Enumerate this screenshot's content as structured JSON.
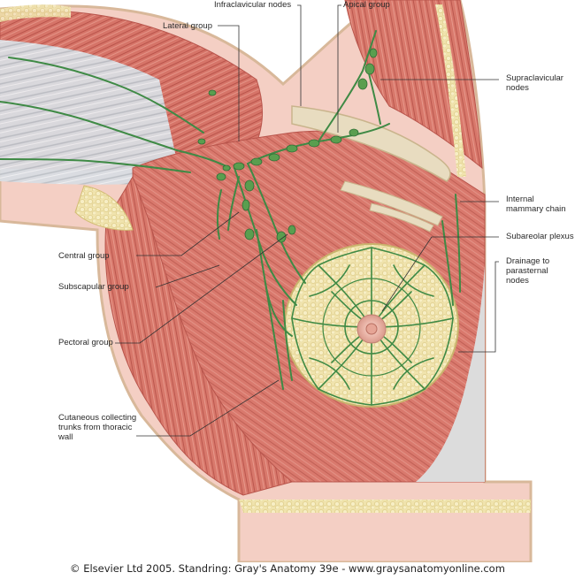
{
  "labels": {
    "infraclavicular_nodes": "Infraclavicular nodes",
    "apical_group": "Apical group",
    "lateral_group": "Lateral group",
    "supraclavicular_nodes": "Supraclavicular nodes",
    "internal_mammary_chain": "Internal mammary chain",
    "subareolar_plexus": "Subareolar plexus",
    "drainage_parasternal": "Drainage to parasternal nodes",
    "central_group": "Central group",
    "subscapular_group": "Subscapular group",
    "pectoral_group": "Pectoral group",
    "cutaneous_trunks": "Cutaneous collecting trunks from thoracic wall"
  },
  "footer": "© Elsevier Ltd 2005. Standring: Gray's Anatomy 39e - www.graysanatomyonline.com",
  "colors": {
    "muscle": "#d9796d",
    "muscle_dark": "#b8554c",
    "muscle_light": "#eaa296",
    "skin_edge": "#d8b89a",
    "fat": "#efe2a8",
    "lymph": "#3f8a45",
    "lymph_node": "#5a9e4f",
    "bone": "#e8dcc0",
    "background": "#ffffff",
    "skin_inner": "#f1c2b6",
    "grey_panel": "#dcdcdc"
  }
}
